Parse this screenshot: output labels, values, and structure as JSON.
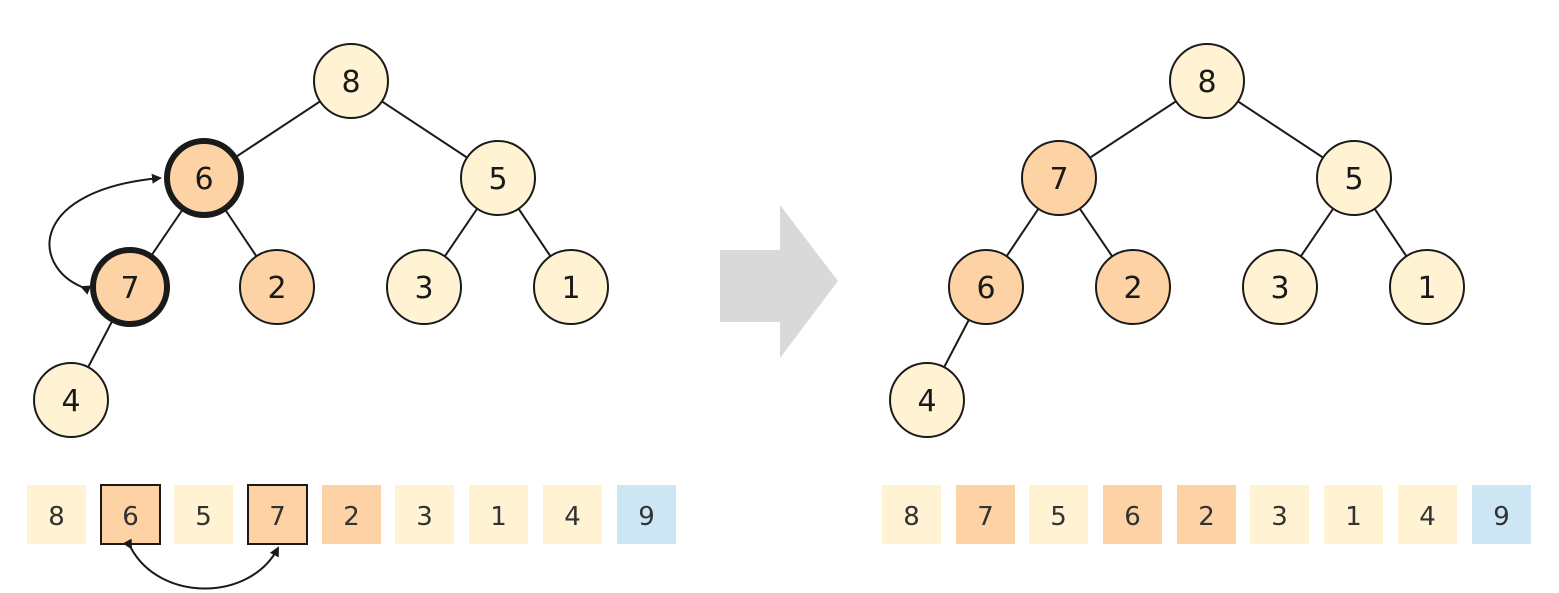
{
  "colors": {
    "default": "#fff3d4",
    "highlight": "#fdd3a6",
    "sorted": "#cde6f4",
    "edge": "#1a1a1a",
    "transition_arrow": "#d9d9d9"
  },
  "before": {
    "nodes": [
      "8",
      "6",
      "5",
      "7",
      "2",
      "3",
      "1",
      "4"
    ],
    "node_fill": [
      "default",
      "highlight",
      "default",
      "highlight",
      "highlight",
      "default",
      "default",
      "default"
    ],
    "node_emphasis": [
      false,
      true,
      false,
      true,
      false,
      false,
      false,
      false
    ],
    "array": [
      "8",
      "6",
      "5",
      "7",
      "2",
      "3",
      "1",
      "4",
      "9"
    ],
    "array_fill": [
      "default",
      "highlight",
      "default",
      "highlight",
      "highlight",
      "default",
      "default",
      "default",
      "sorted"
    ],
    "array_boxed": [
      false,
      true,
      false,
      true,
      false,
      false,
      false,
      false,
      false
    ]
  },
  "after": {
    "nodes": [
      "8",
      "7",
      "5",
      "6",
      "2",
      "3",
      "1",
      "4"
    ],
    "node_fill": [
      "default",
      "highlight",
      "default",
      "highlight",
      "highlight",
      "default",
      "default",
      "default"
    ],
    "array": [
      "8",
      "7",
      "5",
      "6",
      "2",
      "3",
      "1",
      "4",
      "9"
    ],
    "array_fill": [
      "default",
      "highlight",
      "default",
      "highlight",
      "highlight",
      "default",
      "default",
      "default",
      "sorted"
    ]
  }
}
